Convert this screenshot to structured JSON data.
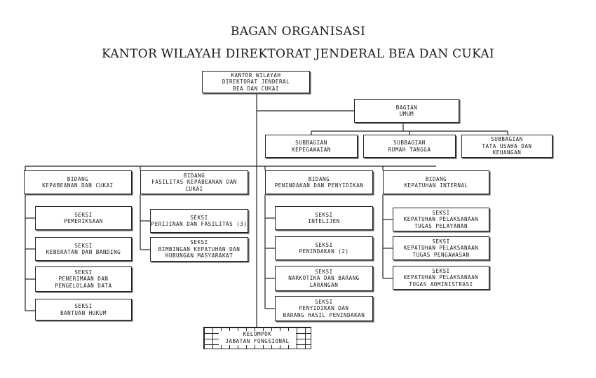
{
  "title": {
    "line1": "BAGAN ORGANISASI",
    "line2": "KANTOR WILAYAH DIREKTORAT JENDERAL BEA DAN CUKAI"
  },
  "top": [
    "KANTOR WILAYAH",
    "DIREKTORAT JENDERAL",
    "BEA DAN CUKAI"
  ],
  "bagian_umum": [
    "BAGIAN",
    "UMUM"
  ],
  "subbagian": [
    [
      "SUBBAGIAN",
      "KEPEGAWAIAN"
    ],
    [
      "SUBBAGIAN",
      "RUMAH TANGGA"
    ],
    [
      "SUBBAGIAN",
      "TATA USAHA DAN",
      "KEUANGAN"
    ]
  ],
  "bidang": [
    [
      "BIDANG",
      "KEPABEANAN DAN CUKAI"
    ],
    [
      "BIDANG",
      "FASILITAS KEPABEANAN DAN",
      "CUKAI"
    ],
    [
      "BIDANG",
      "PENINDAKAN DAN PENYIDIKAN"
    ],
    [
      "BIDANG",
      "KEPATUHAN INTERNAL"
    ]
  ],
  "seksi_col1": [
    [
      "SEKSI",
      "PEMERIKSAAN"
    ],
    [
      "SEKSI",
      "KEBERATAN DAN BANDING"
    ],
    [
      "SEKSI",
      "PENERIMAAN DAN",
      "PENGELOLAAN DATA"
    ],
    [
      "SEKSI",
      "BANTUAN HUKUM"
    ]
  ],
  "seksi_col2": [
    [
      "SEKSI",
      "PERIJINAN DAN FASILITAS (3)"
    ],
    [
      "SEKSI",
      "BIMBINGAN KEPATUHAN DAN",
      "HUBUNGAN MASYARAKAT"
    ]
  ],
  "seksi_col3": [
    [
      "SEKSI",
      "INTELIJEN"
    ],
    [
      "SEKSI",
      "PENINDAKAN (2)"
    ],
    [
      "SEKSI",
      "NARKOTIKA DAN BARANG",
      "LARANGAN"
    ],
    [
      "SEKSI",
      "PENYIDIKAN DAN",
      "BARANG HASIL PENINDAKAN"
    ]
  ],
  "seksi_col4": [
    [
      "SEKSI",
      "KEPATUHAN PELAKSANAAN",
      "TUGAS PELAYANAN"
    ],
    [
      "SEKSI",
      "KEPATUHAN PELAKSANAAN",
      "TUGAS PENGAWASAN"
    ],
    [
      "SEKSI",
      "KEPATUHAN PELAKSANAAN",
      "TUGAS ADMINISTRASI"
    ]
  ],
  "kelompok": [
    "KELOMPOK",
    "JABATAN FUNGSIONAL"
  ]
}
